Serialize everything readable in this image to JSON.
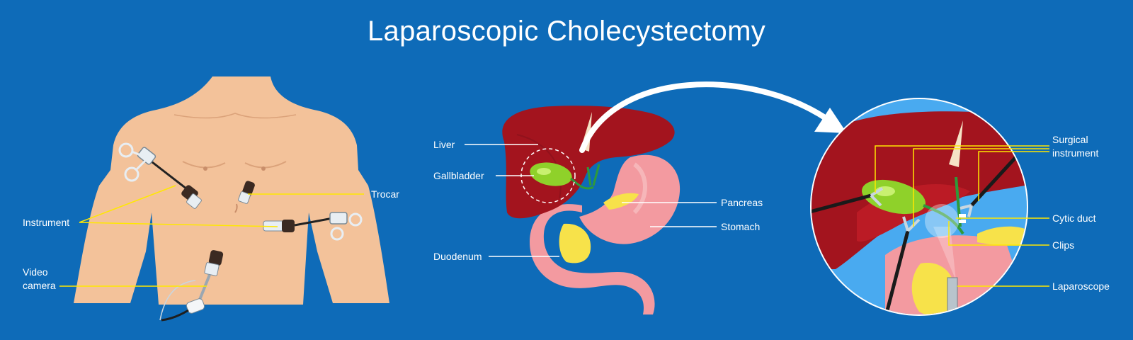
{
  "title": "Laparoscopic Cholecystectomy",
  "colors": {
    "background": "#0e6bb8",
    "skin": "#f3c29a",
    "liver": "#a3141e",
    "stomach": "#f39aa0",
    "gallbladder": "#8fd12a",
    "pancreas": "#f7e24a",
    "leader_yellow": "#ffe800",
    "leader_white": "#ffffff"
  },
  "left_panel": {
    "labels": {
      "trocar": "Trocar",
      "instrument": "Instrument",
      "video_camera_line1": "Video",
      "video_camera_line2": "camera"
    }
  },
  "center_panel": {
    "labels": {
      "liver": "Liver",
      "gallbladder": "Gallbladder",
      "duodenum": "Duodenum",
      "pancreas": "Pancreas",
      "stomach": "Stomach"
    }
  },
  "right_panel": {
    "labels": {
      "surgical_instrument_line1": "Surgical",
      "surgical_instrument_line2": "instrument",
      "cytic_duct": "Cytic duct",
      "clips": "Clips",
      "laparoscope": "Laparoscope"
    }
  },
  "icons": {
    "arrow": "curved-arrow-icon",
    "magnifier": "dashed-circle-highlight"
  }
}
